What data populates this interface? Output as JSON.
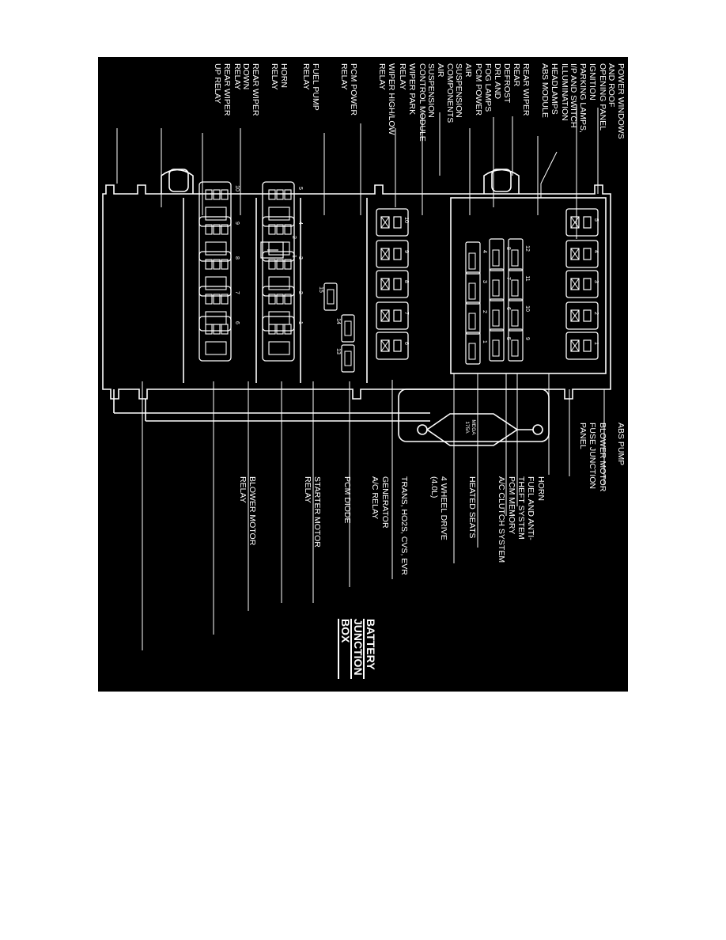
{
  "title": {
    "line1": "BATTERY",
    "line2": "JUNCTION",
    "line3": "BOX"
  },
  "labels": {
    "top": [
      {
        "id": "power-windows",
        "text": "POWER WINDOWS\nAND ROOF\nOPENING PANEL"
      },
      {
        "id": "ignition",
        "text": "IGNITION"
      },
      {
        "id": "parking-lamps",
        "text": "PARKING LAMPS,\nI/P AND SWITCH\nILLUMINATION"
      },
      {
        "id": "headlamps",
        "text": "HEADLAMPS"
      },
      {
        "id": "abs-module",
        "text": "ABS MODULE"
      },
      {
        "id": "rear-wiper",
        "text": "REAR WIPER"
      },
      {
        "id": "rear-defrost",
        "text": "REAR\nDEFROST"
      },
      {
        "id": "drl-fog-lamps",
        "text": "DRL AND\nFOG LAMPS"
      },
      {
        "id": "pcm-power",
        "text": "PCM POWER"
      },
      {
        "id": "air-suspension-components",
        "text": "AIR\nSUSPENSION\nCOMPONENTS"
      },
      {
        "id": "air-suspension-control",
        "text": "AIR\nSUSPENSION\nCONTROL MODULE"
      },
      {
        "id": "wiper-park-relay",
        "text": "WIPER PARK\nRELAY"
      },
      {
        "id": "wiper-high-low-relay",
        "text": "WIPER HIGH/LOW\nRELAY"
      },
      {
        "id": "pcm-power-relay",
        "text": "PCM POWER\nRELAY"
      },
      {
        "id": "fuel-pump-relay",
        "text": "FUEL PUMP\nRELAY"
      },
      {
        "id": "horn-relay",
        "text": "HORN\nRELAY"
      },
      {
        "id": "rear-wiper-down-relay",
        "text": "REAR WIPER\nDOWN\nRELAY"
      },
      {
        "id": "rear-wiper-up-relay",
        "text": "REAR WIPER\nUP RELAY"
      }
    ],
    "bottom": [
      {
        "id": "abs-pump",
        "text": "ABS PUMP"
      },
      {
        "id": "blower-motor",
        "text": "BLOWER MOTOR"
      },
      {
        "id": "fuse-junction-panel",
        "text": "FUSE JUNCTION\nPANEL"
      },
      {
        "id": "horn",
        "text": "HORN"
      },
      {
        "id": "fuel-anti-theft",
        "text": "FUEL AND ANTI-\nTHEFT SYSTEM"
      },
      {
        "id": "pcm-memory",
        "text": "PCM MEMORY"
      },
      {
        "id": "ac-clutch",
        "text": "A/C CLUTCH SYSTEM"
      },
      {
        "id": "heated-seats",
        "text": "HEATED SEATS"
      },
      {
        "id": "four-wheel-drive",
        "text": "4 WHEEL DRIVE\n(4.0L)"
      },
      {
        "id": "trans-ho2s",
        "text": "TRANS, HO2S, CVS, EVR"
      },
      {
        "id": "generator",
        "text": "GENERATOR"
      },
      {
        "id": "ac-relay",
        "text": "A/C RELAY"
      },
      {
        "id": "pcm-diode",
        "text": "PCM DIODE"
      },
      {
        "id": "starter-motor-relay",
        "text": "STARTER MOTOR\nRELAY"
      },
      {
        "id": "blower-motor-relay",
        "text": "BLOWER MOTOR\nRELAY"
      }
    ]
  },
  "fuses": {
    "mega": {
      "line1": "MEGA",
      "line2": "175A"
    },
    "maxi": [
      {
        "pos": "1"
      },
      {
        "pos": "2"
      },
      {
        "pos": "3"
      },
      {
        "pos": "4"
      },
      {
        "pos": "5"
      },
      {
        "pos": "6"
      },
      {
        "pos": "7"
      },
      {
        "pos": "8"
      },
      {
        "pos": "9"
      },
      {
        "pos": "10"
      }
    ],
    "mini": [
      "1",
      "2",
      "3",
      "4",
      "5",
      "6",
      "7",
      "8",
      "9",
      "10",
      "11",
      "12"
    ],
    "small": [
      "13",
      "14",
      "15"
    ]
  },
  "relays": [
    {
      "pos": "1"
    },
    {
      "pos": "2"
    },
    {
      "pos": "3"
    },
    {
      "pos": "4"
    },
    {
      "pos": "5"
    },
    {
      "pos": "6"
    },
    {
      "pos": "7"
    },
    {
      "pos": "8"
    },
    {
      "pos": "9"
    },
    {
      "pos": "10"
    }
  ],
  "diode": {
    "pos": "1",
    "pos2": "2"
  }
}
